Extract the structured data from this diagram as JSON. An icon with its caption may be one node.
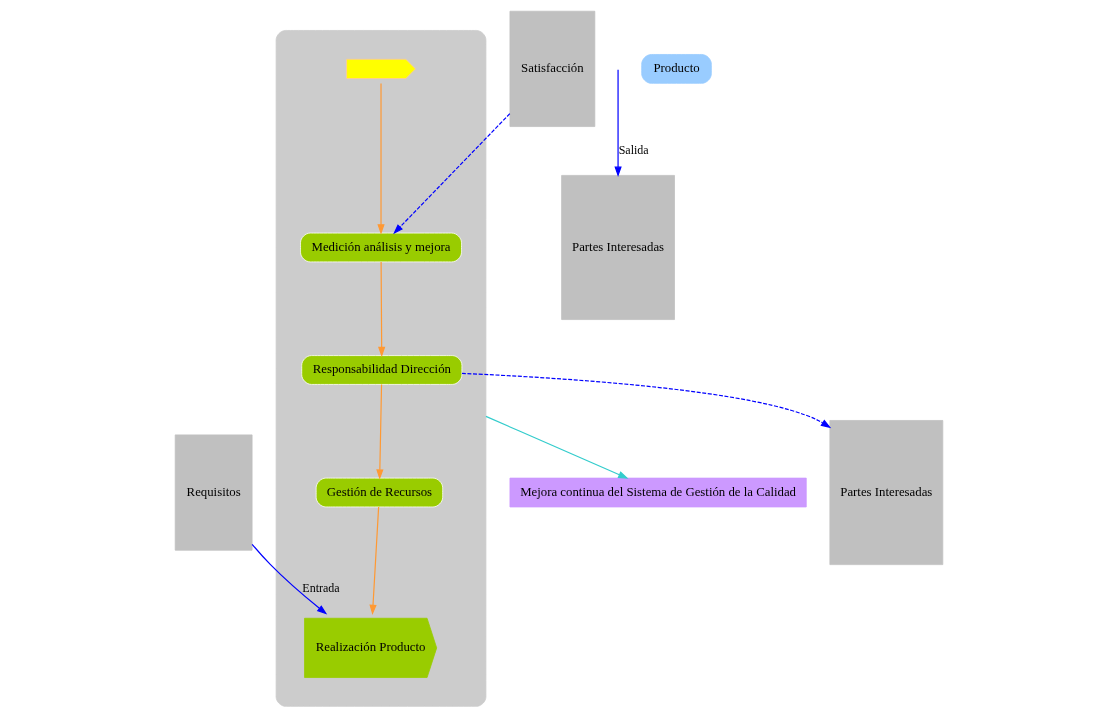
{
  "diagram": {
    "nodes": [
      {
        "text": [
          "Mejora continua del Sistema de Gestión de la Calidad"
        ]
      },
      {
        "text": [
          "Partes Interesadas"
        ]
      },
      {
        "text": [
          "Requisitos"
        ]
      },
      {
        "text": [],
        "shape": "ellipse"
      },
      {
        "text": [
          "Responsabilidad Dirección"
        ],
        "in": 3
      },
      {
        "text": [
          "Gestión de Recursos"
        ],
        "in": 3
      },
      {
        "text": [
          "Medición análisis y mejora"
        ],
        "in": 3
      },
      {
        "text": [
          "Realización Producto"
        ],
        "in": 3
      },
      {
        "text": [],
        "shape": "chevron",
        "in": 3
      },
      {
        "text": [
          "Satisfacción"
        ]
      },
      {
        "text": [
          "Partes Interesadas"
        ]
      },
      {
        "text": [
          "Producto"
        ]
      }
    ],
    "edges": [
      {
        "from": 4,
        "to": 5,
        "arrow": "to"
      },
      {
        "from": 5,
        "to": 7,
        "arrow": "to"
      },
      {
        "from": 8,
        "to": 6,
        "arrow": "to"
      },
      {
        "from": 6,
        "to": 4,
        "arrow": "to"
      },
      {
        "from": 4,
        "to": 1,
        "arrow": "to",
        "style": "dashed",
        "color": "#0000ff"
      },
      {
        "from": 9,
        "to": 6,
        "arrow": "to",
        "style": "dashed",
        "color": "#0000ff"
      },
      {
        "from": 2,
        "to": 7,
        "arrow": "to",
        "label": "Entrada",
        "color": "#0000ff"
      },
      {
        "from": null,
        "to": 10,
        "arrow": "to",
        "label": "Salida",
        "color": "#0000ff"
      },
      {
        "from": 3,
        "to": 0,
        "arrow": "to",
        "color": "#33cccc"
      }
    ]
  }
}
